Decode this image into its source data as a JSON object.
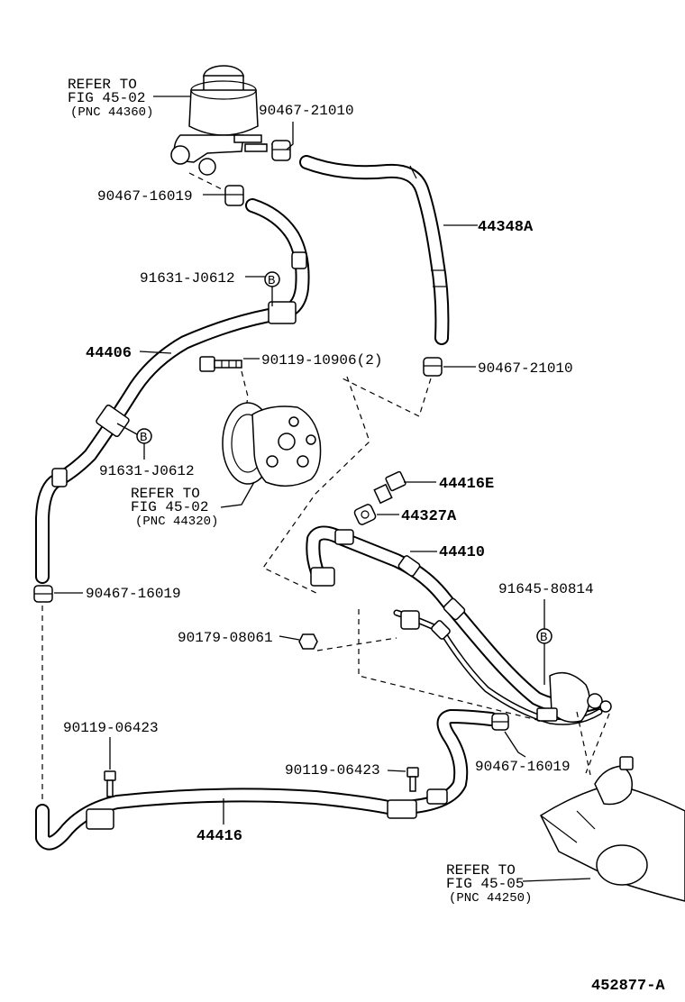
{
  "diagram": {
    "refs": {
      "reservoir": {
        "line1": "REFER TO",
        "line2": "FIG 45-02",
        "line3": "(PNC 44360)"
      },
      "pump": {
        "line1": "REFER TO",
        "line2": "FIG 45-02",
        "line3": "(PNC 44320)"
      },
      "gear": {
        "line1": "REFER TO",
        "line2": "FIG 45-05",
        "line3": "(PNC 44250)"
      }
    },
    "parts": {
      "clamp_21010_top": "90467-21010",
      "clamp_16019_top": "90467-16019",
      "hose_44348a": "44348A",
      "grommet_j0612_top": "91631-J0612",
      "pipe_44406": "44406",
      "bolt_10906": "90119-10906(2)",
      "clamp_21010_mid": "90467-21010",
      "grommet_j0612_mid": "91631-J0612",
      "union_44416e": "44416E",
      "gasket_44327a": "44327A",
      "pipe_44410": "44410",
      "clamp_16019_left": "90467-16019",
      "grommet_80814": "91645-80814",
      "nut_08061": "90179-08061",
      "bolt_06423_left": "90119-06423",
      "bolt_06423_mid": "90119-06423",
      "clamp_16019_right": "90467-16019",
      "pipe_44416": "44416"
    },
    "markers": {
      "b": "B"
    },
    "illustration_no": "452877-A"
  }
}
